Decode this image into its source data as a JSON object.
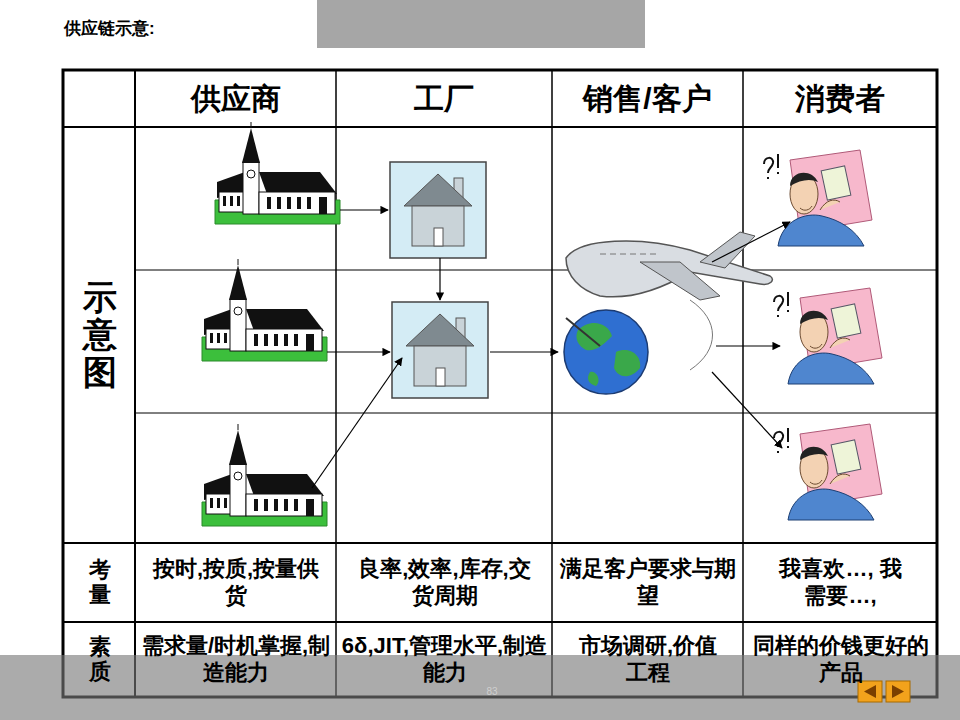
{
  "diagram": {
    "title": "供应链示意:",
    "labels": [
      "供应商",
      "工厂",
      "销售/客户",
      "消费者",
      "示意图",
      "考量",
      "按时,按质,按量供货",
      "良率,效率,库存,交货周期",
      "满足客户要求与期望",
      "我喜欢…, 我需要…,",
      "素质",
      "需求量/时机掌握,制造能力",
      "6δ,JIT,管理水平,制造能力",
      "市场调研,价值工程",
      "同样的价钱更好的产品",
      "83"
    ]
  }
}
